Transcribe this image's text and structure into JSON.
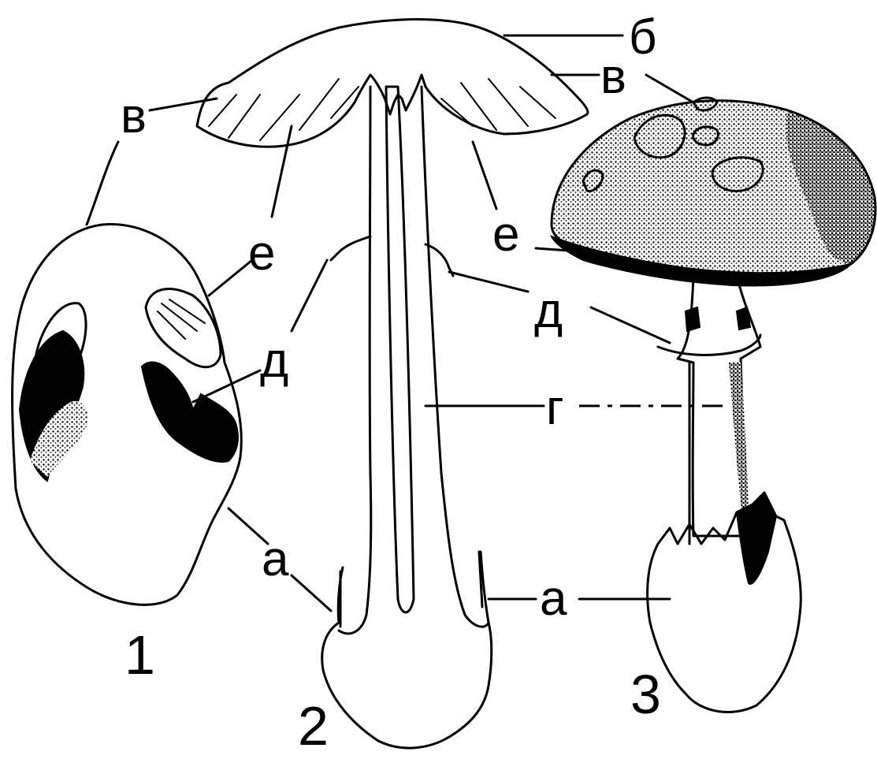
{
  "labels": {
    "a": "а",
    "b": "б",
    "v": "в",
    "g": "г",
    "d": "д",
    "e": "е"
  },
  "specimens": {
    "one": "1",
    "two": "2",
    "three": "3"
  }
}
